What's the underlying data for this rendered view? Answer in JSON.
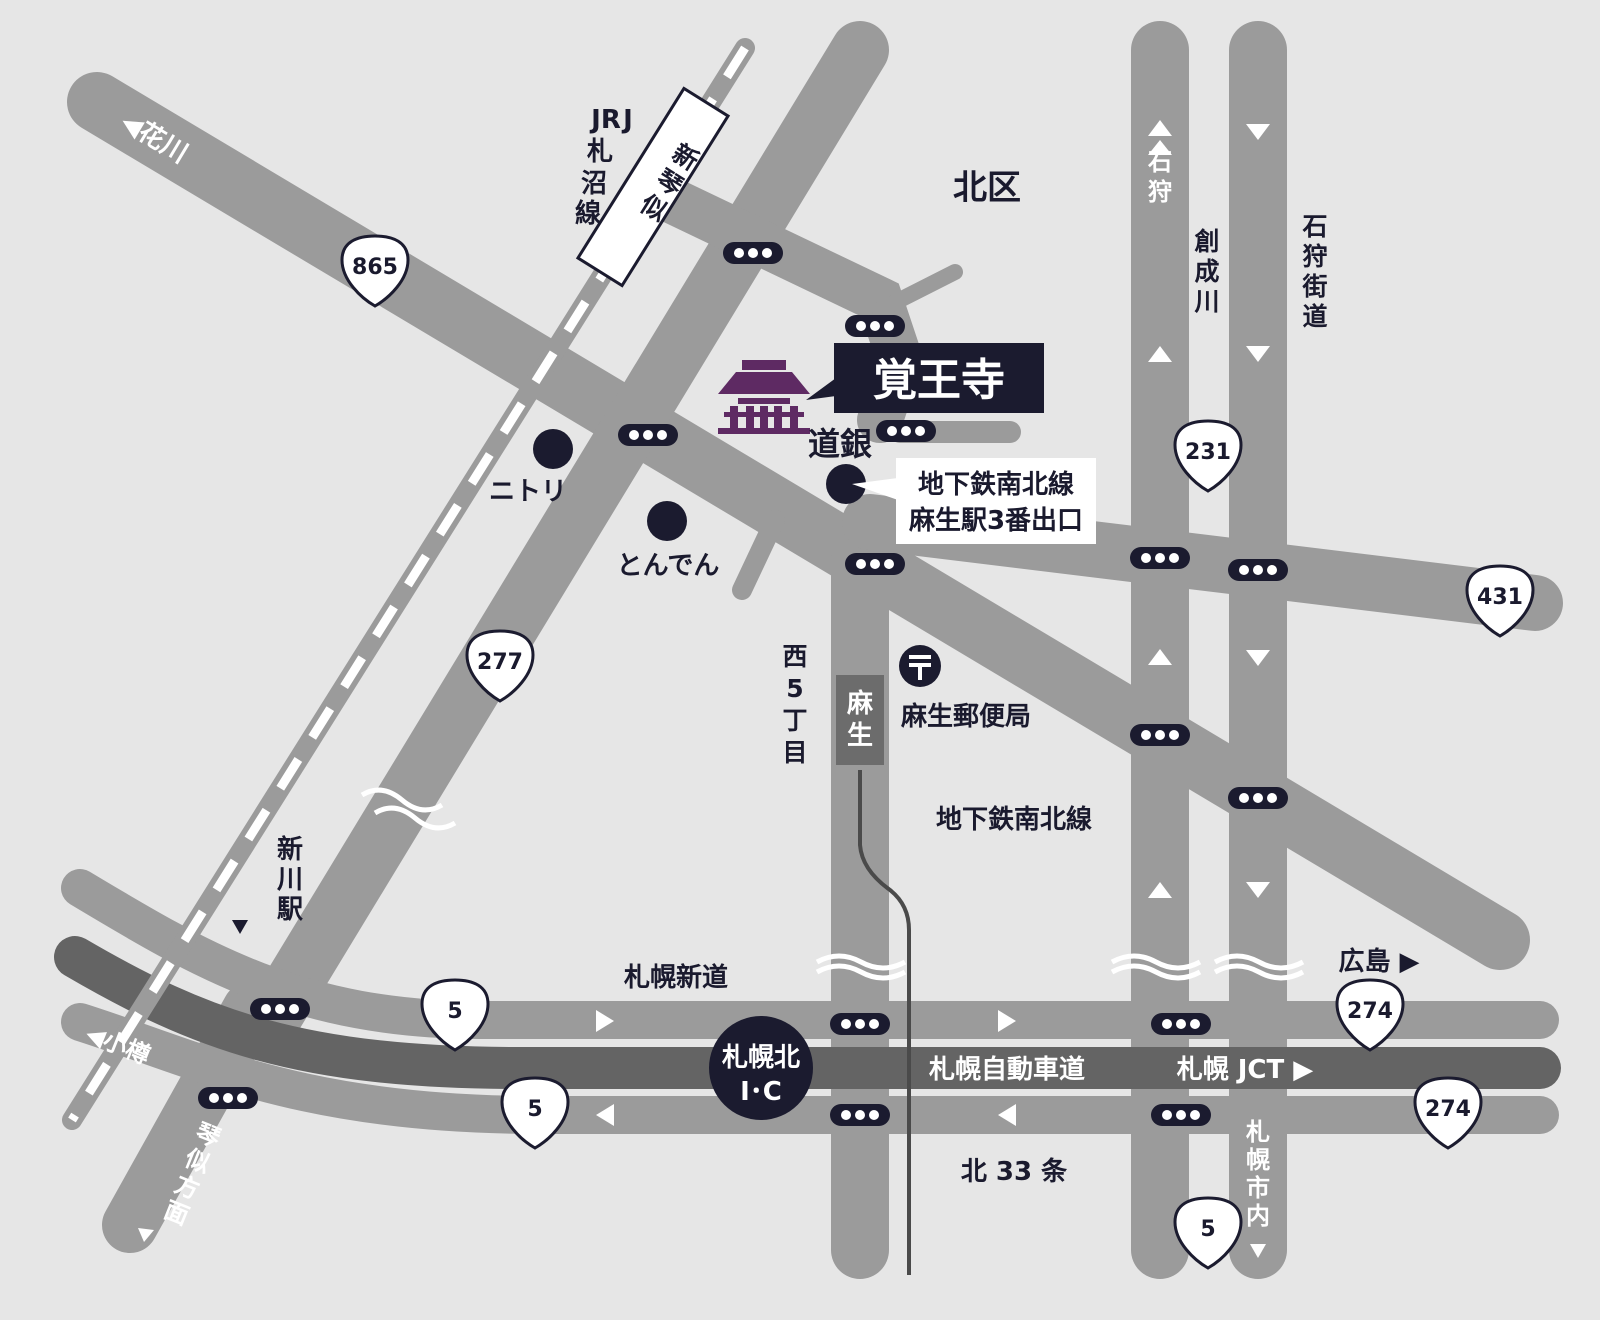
{
  "labels": {
    "district": "北区",
    "temple": "覚王寺",
    "doginbank": "道銀",
    "subway_exit": [
      "地下鉄南北線",
      "麻生駅3番出口"
    ],
    "nitori": "ニトリ",
    "tonden": "とんでん",
    "post_office": "麻生郵便局",
    "subway_line": "地下鉄南北線",
    "sapporo_shindo": "札幌新道",
    "expressway": "札幌自動車道",
    "jct": "札幌 JCT ▶",
    "kita33": "北 33 条",
    "hiroshima": "広島 ▶",
    "hanakawa": "◀花川",
    "otaru": "◀小樽",
    "asabu_station": "麻生",
    "ic": [
      "札幌北",
      "I･C"
    ],
    "jr_line": "JR札沼線",
    "shinkotoni": "新琴似",
    "shinkawa_station": "新川駅",
    "kotoni_direction": "琴似方面",
    "ishikari": "石狩",
    "soseigawa": "創成川",
    "ishikari_kaido": "石狩街道",
    "nishi5": "西5丁目",
    "sapporo_shinai": "札幌市内"
  },
  "route_numbers": [
    "865",
    "277",
    "231",
    "431",
    "5",
    "5",
    "274",
    "274",
    "5"
  ],
  "icons": {
    "temple": "temple-icon",
    "post_office": "post-office-icon",
    "traffic_signal": "traffic-signal-icon",
    "landmark": "landmark-dot-icon"
  },
  "colors": {
    "background": "#e6e6e6",
    "road": "#9b9b9b",
    "expressway": "#646464",
    "navy": "#1b1b2f",
    "temple": "#5e2a63"
  }
}
